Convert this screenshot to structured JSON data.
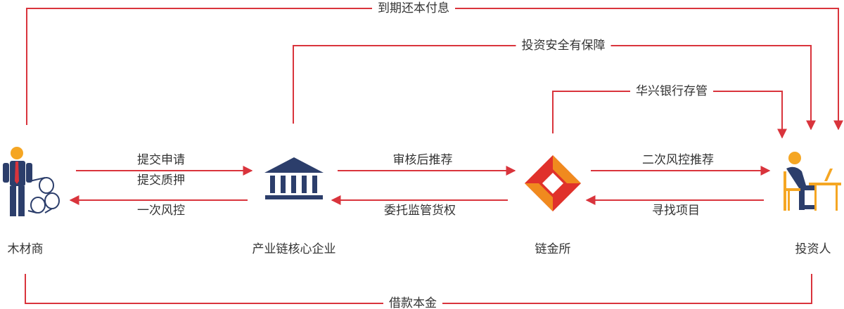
{
  "colors": {
    "line": "#d9343c",
    "text": "#333333",
    "navy": "#2c3e6b",
    "logo_red": "#e0312b",
    "logo_orange": "#f08a1e"
  },
  "nodes": {
    "supplier": "木材商",
    "core": "产业链核心企业",
    "platform": "链金所",
    "investor": "投资人"
  },
  "icons": {
    "supplier": "businessman-with-logs-icon",
    "core": "bank-building-icon",
    "platform": "chain-finance-logo-icon",
    "investor": "person-at-laptop-icon"
  },
  "flows": {
    "repay_on_maturity": "到期还本付息",
    "investment_safety": "投资安全有保障",
    "bank_custody": "华兴银行存管",
    "submit_application": "提交申请",
    "submit_pledge": "提交质押",
    "first_risk_control": "一次风控",
    "review_recommend": "审核后推荐",
    "entrust_supervision": "委托监管货权",
    "second_risk_control": "二次风控推荐",
    "find_projects": "寻找项目",
    "borrow_principal": "借款本金"
  }
}
